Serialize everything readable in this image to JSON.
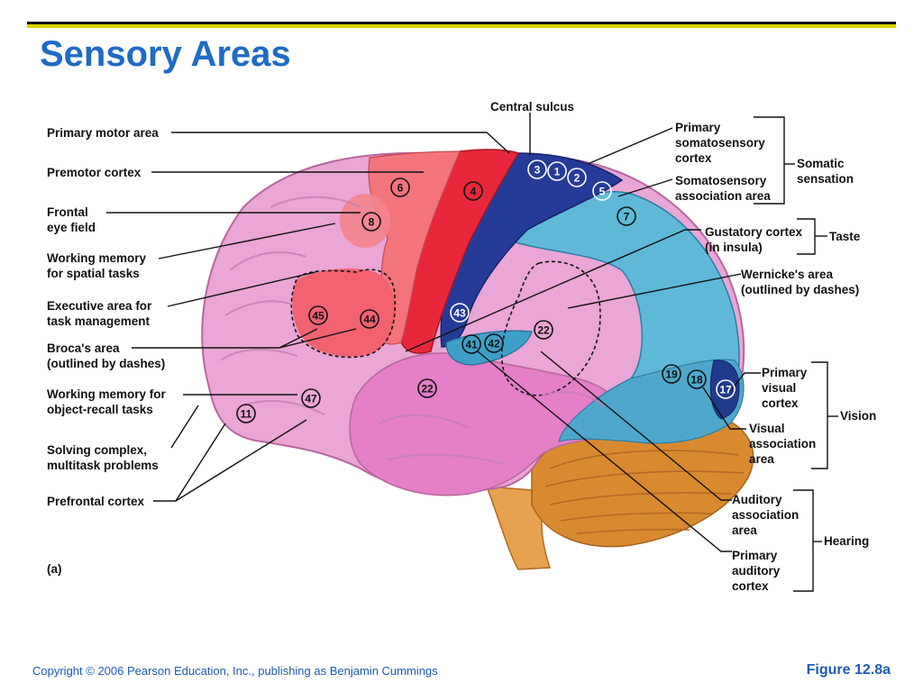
{
  "slide": {
    "title": "Sensory Areas",
    "copyright": "Copyright © 2006 Pearson Education, Inc., publishing as Benjamin Cummings",
    "figure": "Figure 12.8a"
  },
  "diagram": {
    "panel_label": "(a)",
    "left_labels": [
      {
        "id": "primary-motor-area",
        "lines": [
          "Primary motor area"
        ]
      },
      {
        "id": "premotor-cortex",
        "lines": [
          "Premotor cortex"
        ]
      },
      {
        "id": "frontal-eye-field",
        "lines": [
          "Frontal",
          "eye field"
        ]
      },
      {
        "id": "working-memory-spatial",
        "lines": [
          "Working memory",
          "for spatial tasks"
        ]
      },
      {
        "id": "executive-area",
        "lines": [
          "Executive area for",
          "task management"
        ]
      },
      {
        "id": "brocas-area",
        "lines": [
          "Broca's area",
          "(outlined by dashes)"
        ]
      },
      {
        "id": "working-memory-object",
        "lines": [
          "Working memory for",
          "object-recall tasks"
        ]
      },
      {
        "id": "solving-complex",
        "lines": [
          "Solving complex,",
          "multitask problems"
        ]
      },
      {
        "id": "prefrontal-cortex",
        "lines": [
          "Prefrontal cortex"
        ]
      }
    ],
    "right_labels": [
      {
        "id": "central-sulcus",
        "lines": [
          "Central sulcus"
        ]
      },
      {
        "id": "primary-somatosensory",
        "lines": [
          "Primary",
          "somatosensory",
          "cortex"
        ]
      },
      {
        "id": "somatosensory-association",
        "lines": [
          "Somatosensory",
          "association area"
        ]
      },
      {
        "id": "gustatory-cortex",
        "lines": [
          "Gustatory cortex",
          "(in insula)"
        ]
      },
      {
        "id": "wernickes-area",
        "lines": [
          "Wernicke's area",
          "(outlined by dashes)"
        ]
      },
      {
        "id": "primary-visual",
        "lines": [
          "Primary",
          "visual",
          "cortex"
        ]
      },
      {
        "id": "visual-association",
        "lines": [
          "Visual",
          "association",
          "area"
        ]
      },
      {
        "id": "auditory-association",
        "lines": [
          "Auditory",
          "association",
          "area"
        ]
      },
      {
        "id": "primary-auditory",
        "lines": [
          "Primary",
          "auditory",
          "cortex"
        ]
      }
    ],
    "groups": [
      {
        "id": "somatic-sensation",
        "lines": [
          "Somatic",
          "sensation"
        ]
      },
      {
        "id": "taste",
        "lines": [
          "Taste"
        ]
      },
      {
        "id": "vision",
        "lines": [
          "Vision"
        ]
      },
      {
        "id": "hearing",
        "lines": [
          "Hearing"
        ]
      }
    ],
    "brodmann_numbers": [
      "3",
      "1",
      "2",
      "5",
      "7",
      "6",
      "4",
      "8",
      "45",
      "44",
      "43",
      "41",
      "42",
      "22",
      "22",
      "47",
      "11",
      "19",
      "18",
      "17"
    ],
    "colors": {
      "frontal_pink": "#e9a6d6",
      "temporal_pink": "#e47fc8",
      "motor_red": "#e8283a",
      "premotor_red": "#f4747c",
      "somato_blue": "#263b98",
      "assoc_cyan": "#5fb9d6",
      "visual_blue": "#213a8c",
      "cerebellum": "#d98a2f",
      "title_blue": "#1e6bc6"
    }
  }
}
